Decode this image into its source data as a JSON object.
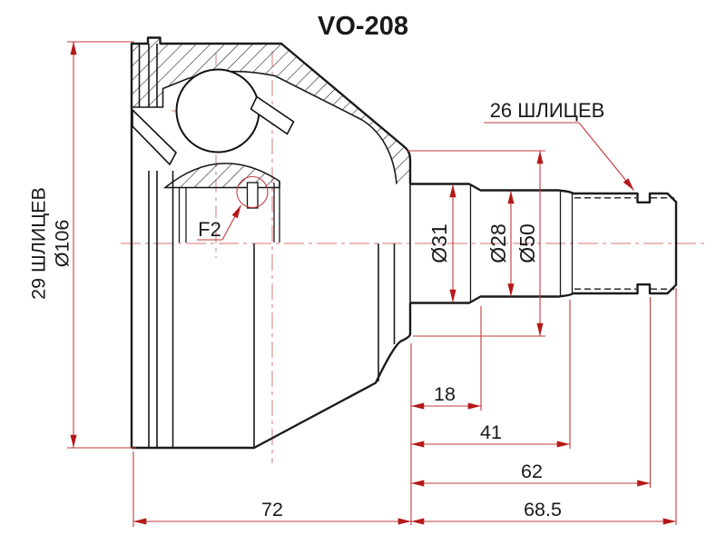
{
  "title": "VO-208",
  "drawing": {
    "part_labels": {
      "outer_splines": "29 ШЛИЦЕВ",
      "outer_diameter": "Ø106",
      "shaft_splines": "26 ШЛИЦЕВ",
      "groove_ref": "F2"
    },
    "diameters": {
      "d31": "Ø31",
      "d28": "Ø28",
      "d50": "Ø50"
    },
    "lengths": {
      "l18": "18",
      "l41": "41",
      "l62": "62",
      "l68_5": "68.5",
      "l72": "72"
    }
  },
  "colors": {
    "background": "#ffffff",
    "outline": "#1a1a1a",
    "dimension_line": "#c23a3a",
    "arrowhead": "#b51818",
    "centerline": "#e09090",
    "text": "#1a1a1a"
  }
}
